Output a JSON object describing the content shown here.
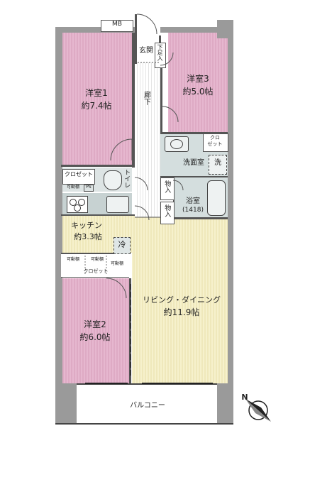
{
  "rooms": {
    "western1": {
      "name": "洋室1",
      "size": "約7.4帖"
    },
    "western2": {
      "name": "洋室2",
      "size": "約6.0帖"
    },
    "western3": {
      "name": "洋室3",
      "size": "約5.0帖"
    },
    "kitchen": {
      "name": "キッチン",
      "size": "約3.3帖"
    },
    "living": {
      "name": "リビング・ダイニング",
      "size": "約11.9帖"
    },
    "bath": {
      "name": "浴室",
      "size": "(1418)"
    },
    "washroom": "洗面室",
    "corridor": "廊下",
    "entrance": "玄関",
    "toilet": "トイレ",
    "balcony": "バルコニー"
  },
  "storage": {
    "mb": "MB",
    "shoe": "下足入",
    "closet": "クロゼット",
    "closet_short": "クロ\nゼット",
    "closet_wash": "クロゼット",
    "movable_shelf": "可動棚",
    "storage_item": "物入",
    "fridge": "冷",
    "laundry": "洗",
    "ps": "PS"
  },
  "compass": {
    "label": "N"
  }
}
